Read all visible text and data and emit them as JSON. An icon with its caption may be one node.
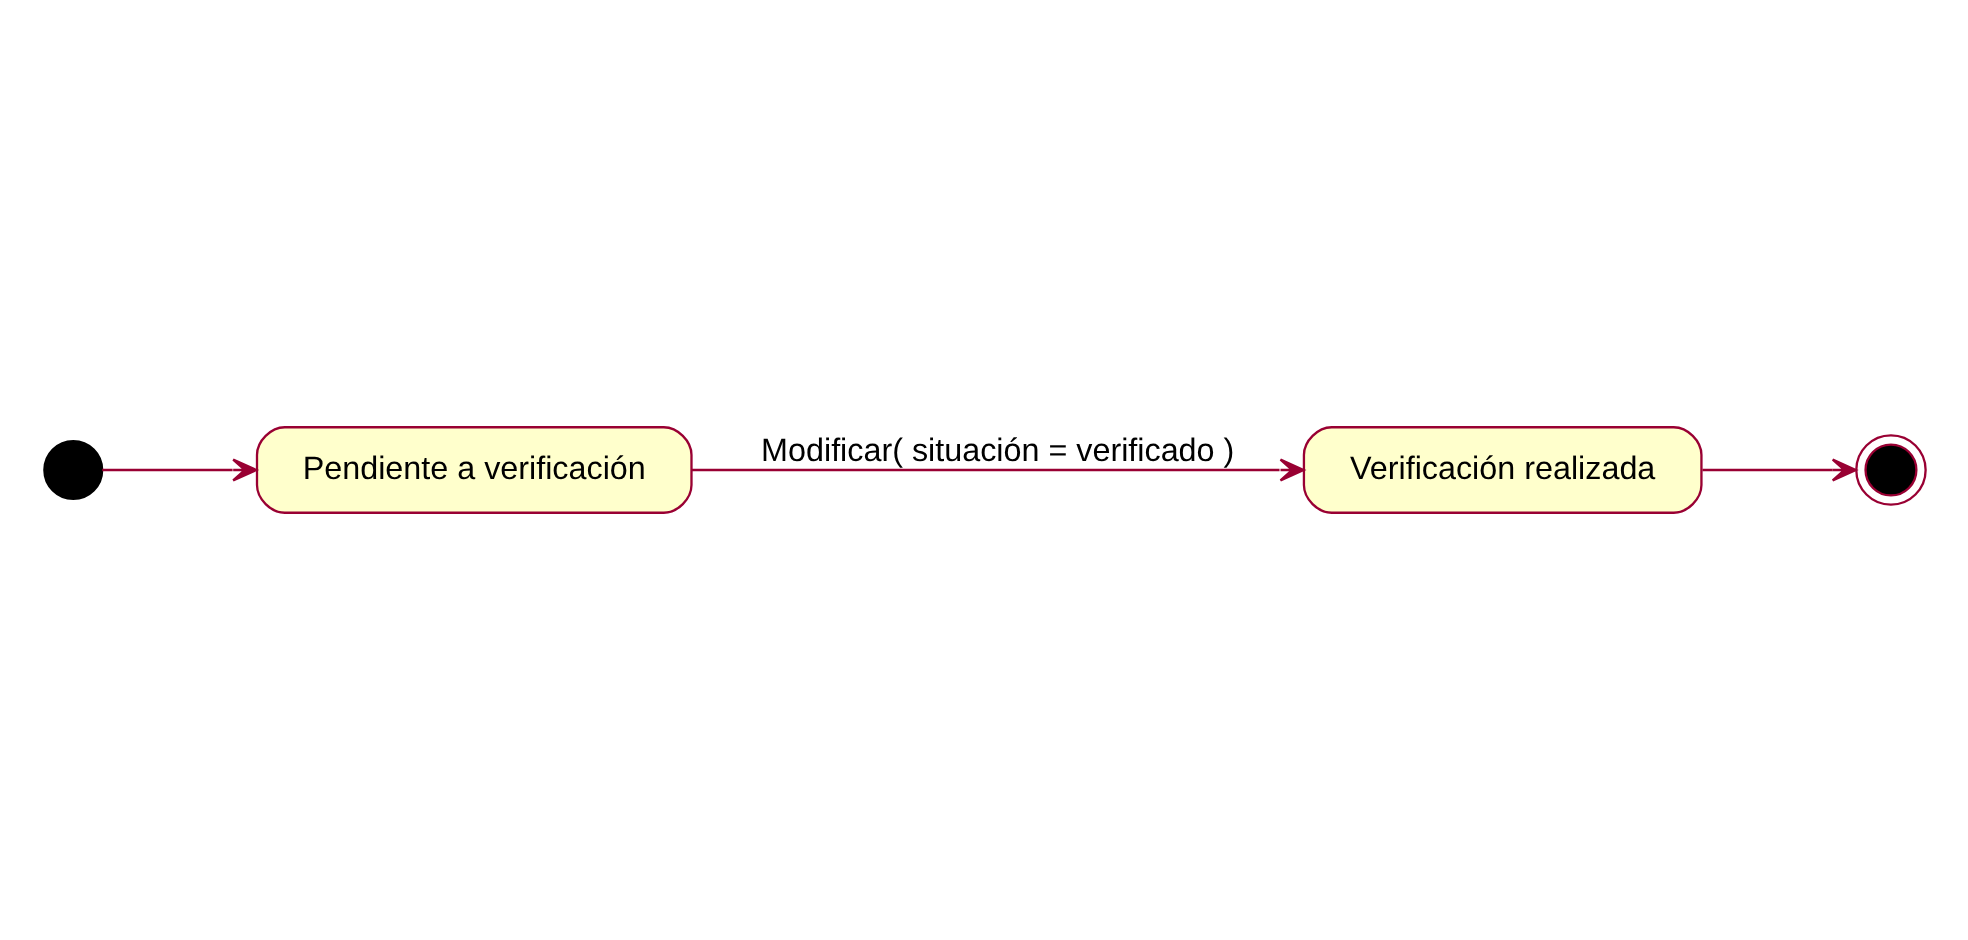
{
  "diagram": {
    "nodes": [
      {
        "text": [],
        "shape": "circle"
      },
      {
        "text": [
          "Pendiente a verificación"
        ]
      },
      {
        "text": [
          "Verificación realizada"
        ]
      },
      {
        "text": [],
        "shape": "circle"
      }
    ],
    "edges": [
      {
        "from": 0,
        "to": 1,
        "arrow": "to"
      },
      {
        "from": 1,
        "to": 2,
        "arrow": "to",
        "label": "Modificar( situación = verificado )"
      },
      {
        "from": 2,
        "to": 3,
        "arrow": "to"
      }
    ]
  }
}
